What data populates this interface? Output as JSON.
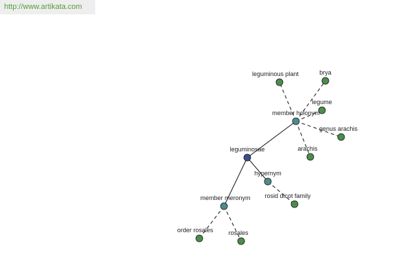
{
  "header": {
    "url": "http://www.artikata.com"
  },
  "colors": {
    "root": "#3c4c8c",
    "relation": "#4c8c8c",
    "leaf": "#4c8c4c",
    "edge": "#111111"
  },
  "graph": {
    "root": {
      "id": "root",
      "label": "leguminosae"
    },
    "relations": [
      {
        "id": "holonym",
        "label": "member holonym",
        "leaves": [
          {
            "id": "leguminous-plant",
            "label": "leguminous plant"
          },
          {
            "id": "brya",
            "label": "brya"
          },
          {
            "id": "legume",
            "label": "legume"
          },
          {
            "id": "genus-arachis",
            "label": "genus arachis"
          },
          {
            "id": "arachis",
            "label": "arachis"
          }
        ]
      },
      {
        "id": "hypernym",
        "label": "hypernym",
        "leaves": [
          {
            "id": "rosid-dicot-family",
            "label": "rosid dicot family"
          }
        ]
      },
      {
        "id": "meronym",
        "label": "member meronym",
        "leaves": [
          {
            "id": "order-rosales",
            "label": "order rosales"
          },
          {
            "id": "rosales",
            "label": "rosales"
          }
        ]
      }
    ]
  }
}
